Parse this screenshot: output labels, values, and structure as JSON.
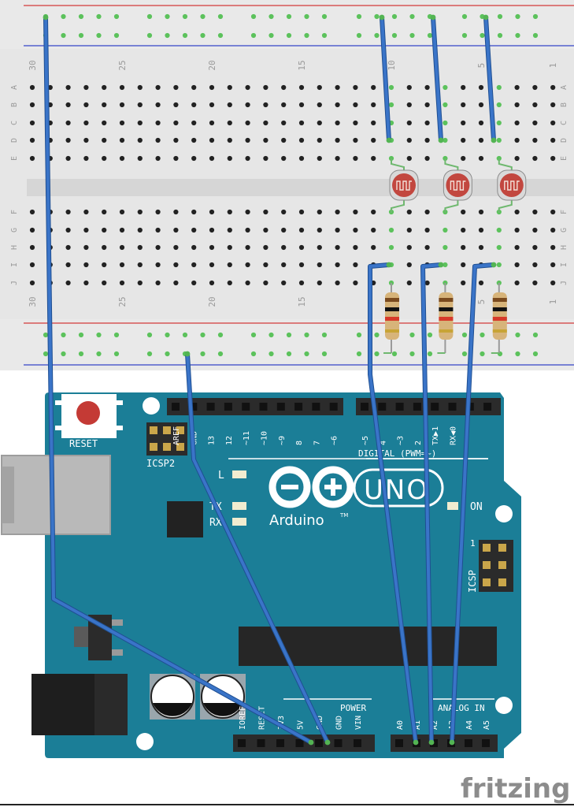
{
  "breadboard": {
    "columns_left_to_right": [
      "30",
      "25",
      "20",
      "15",
      "10",
      "5",
      "1"
    ],
    "rows_top": [
      "A",
      "B",
      "C",
      "D",
      "E"
    ],
    "rows_bottom": [
      "F",
      "G",
      "H",
      "I",
      "J"
    ]
  },
  "arduino": {
    "reset_label": "RESET",
    "icsp2_label": "ICSP2",
    "icsp_label": "ICSP",
    "icsp_pin1": "1",
    "digital_header_label": "DIGITAL (PWM=~)",
    "digital_pins": [
      "AREF",
      "GND",
      "13",
      "12",
      "~11",
      "~10",
      "~9",
      "8",
      "7",
      "~6",
      "~5",
      "4",
      "~3",
      "2",
      "TX▶1",
      "RX◀0"
    ],
    "led_l": "L",
    "led_tx": "TX",
    "led_rx": "RX",
    "led_on": "ON",
    "logo_text": "Arduino",
    "logo_tm": "TM",
    "model_text": "UNO",
    "power_header_label": "POWER",
    "power_pins": [
      "IOREF",
      "RESET",
      "3V3",
      "5V",
      "GND",
      "GND",
      "VIN"
    ],
    "analog_header_label": "ANALOG IN",
    "analog_pins": [
      "A0",
      "A1",
      "A2",
      "A3",
      "A4",
      "A5"
    ]
  },
  "watermark": "fritzing",
  "colors": {
    "board": "#1b7e97",
    "wire": "#3a74c8",
    "breadboard": "#e6e6e6",
    "rail_red": "#d33a3a",
    "rail_blue": "#3646c8",
    "hole_active": "#5cc25c"
  }
}
